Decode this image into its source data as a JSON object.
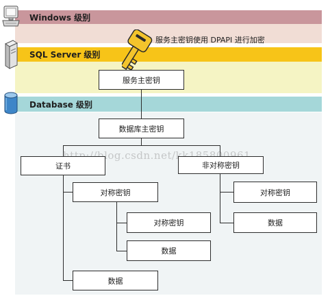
{
  "levels": {
    "windows": {
      "label": "Windows 级别",
      "header_color": "#c9969c",
      "fill_color": "#f1ddd5"
    },
    "sql_server": {
      "label": "SQL Server 级别",
      "header_color": "#f7c418",
      "fill_color": "#f5f4c4"
    },
    "database": {
      "label": "Database 级别",
      "header_color": "#a5d7d9",
      "fill_color": "#f0f4f5"
    }
  },
  "dpapi_note": "服务主密钥使用 DPAPI 进行加密",
  "nodes": {
    "service_master_key": "服务主密钥",
    "database_master_key": "数据库主密钥",
    "certificate": "证书",
    "asymmetric_key": "非对称密钥",
    "cert_symmetric_key": "对称密钥",
    "cert_nested_symmetric_key": "对称密钥",
    "cert_nested_data": "数据",
    "cert_data": "数据",
    "asym_symmetric_key": "对称密钥",
    "asym_data": "数据"
  },
  "watermark": "http://blog.csdn.net/kk185800961",
  "icons": [
    "computer-icon",
    "server-icon",
    "database-icon",
    "key-icon"
  ]
}
